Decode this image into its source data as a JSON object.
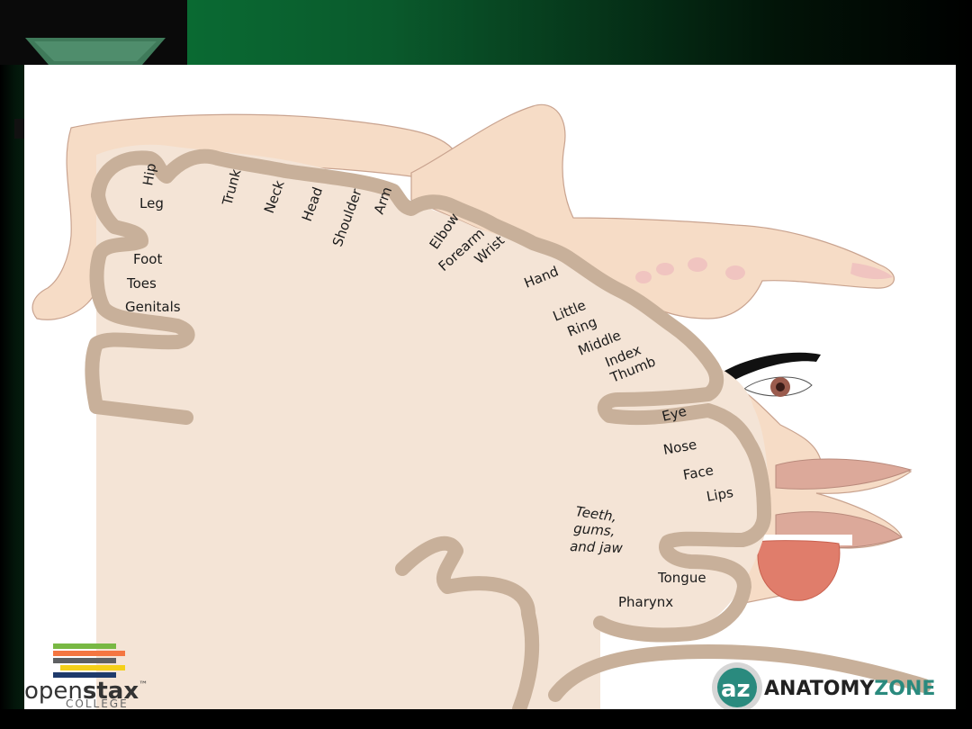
{
  "labels": {
    "hip": "Hip",
    "leg": "Leg",
    "trunk": "Trunk",
    "neck": "Neck",
    "head": "Head",
    "shoulder": "Shoulder",
    "arm": "Arm",
    "elbow": "Elbow",
    "forearm": "Forearm",
    "wrist": "Wrist",
    "hand": "Hand",
    "little": "Little",
    "ring": "Ring",
    "middle": "Middle",
    "index": "Index",
    "thumb": "Thumb",
    "foot": "Foot",
    "toes": "Toes",
    "genitals": "Genitals",
    "eye": "Eye",
    "nose": "Nose",
    "face": "Face",
    "lips": "Lips",
    "teeth_1": "Teeth,",
    "teeth_2": "gums,",
    "teeth_3": "and jaw",
    "tongue": "Tongue",
    "pharynx": "Pharynx"
  },
  "logos": {
    "openstax_prefix": "open",
    "openstax_bold": "stax",
    "openstax_tm": "™",
    "openstax_college": "COLLEGE",
    "anatomyzone_mark": "az",
    "anatomyzone_a": "ANATOMY",
    "anatomyzone_b": "ZONE"
  },
  "colors": {
    "brain_fill": "#f4e4d6",
    "cortex_band": "#c8b09a",
    "skin": "#f6dcc6",
    "skin_outline": "#c9a38f",
    "lips": "#dca99a",
    "tongue": "#e07d6b",
    "slide_green": "#0a6b33",
    "az_teal": "#2a8a7e",
    "az_zone": "#2a8a7e"
  }
}
